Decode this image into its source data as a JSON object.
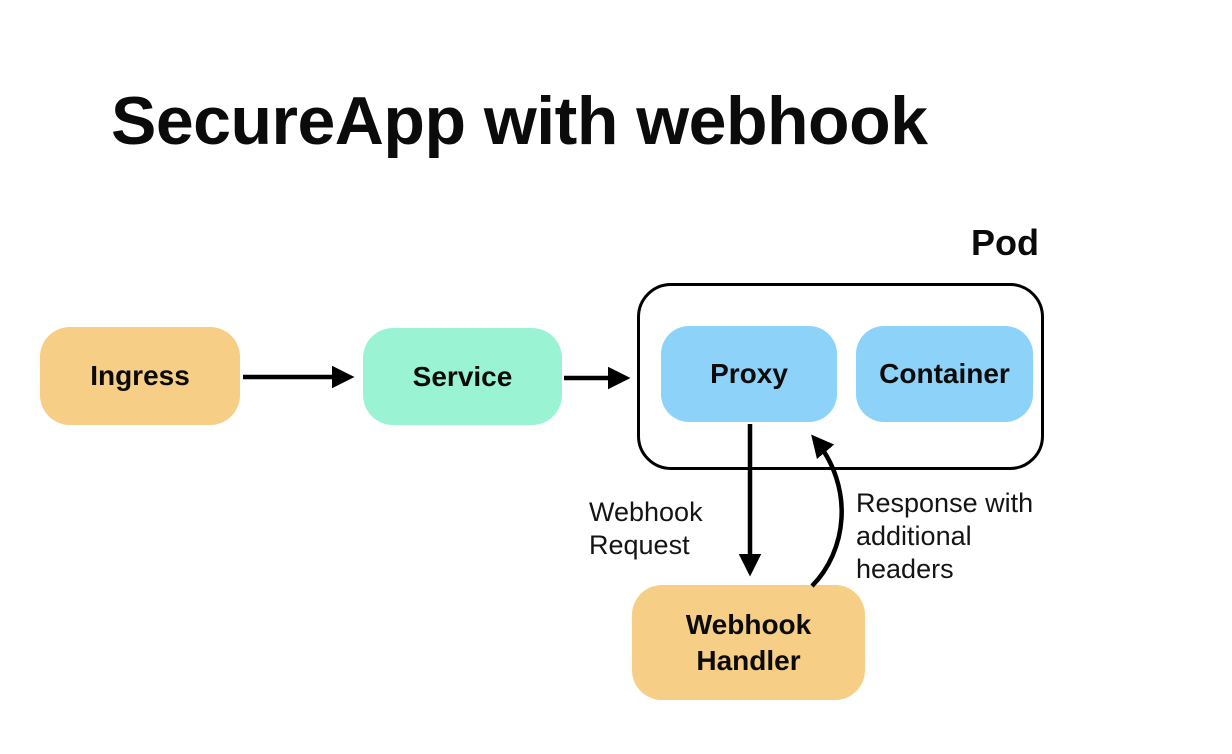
{
  "page": {
    "background": "#ffffff"
  },
  "title": "SecureApp with webhook",
  "diagram": {
    "type": "flow-diagram",
    "pod_group": {
      "label": "Pod",
      "border_color": "#000000",
      "fill": "#ffffff",
      "children": [
        "Proxy",
        "Container"
      ]
    },
    "nodes": {
      "ingress": {
        "label": "Ingress",
        "color": "#F6CE86"
      },
      "service": {
        "label": "Service",
        "color": "#9AF4D4"
      },
      "proxy": {
        "label": "Proxy",
        "color": "#8DD2F9"
      },
      "container": {
        "label": "Container",
        "color": "#8DD2F9"
      },
      "webhook_handler": {
        "label": "Webhook Handler",
        "color": "#F6CE86"
      }
    },
    "edges": {
      "ingress_to_service": {
        "from": "Ingress",
        "to": "Service",
        "label": ""
      },
      "service_to_pod": {
        "from": "Service",
        "to": "Pod",
        "label": ""
      },
      "proxy_to_handler": {
        "from": "Proxy",
        "to": "Webhook Handler",
        "label": "Webhook Request"
      },
      "handler_to_proxy": {
        "from": "Webhook Handler",
        "to": "Proxy",
        "label": "Response with additional headers",
        "style": "curved"
      }
    },
    "colors": {
      "stroke": "#000000",
      "text": "#0b0b0b"
    }
  }
}
